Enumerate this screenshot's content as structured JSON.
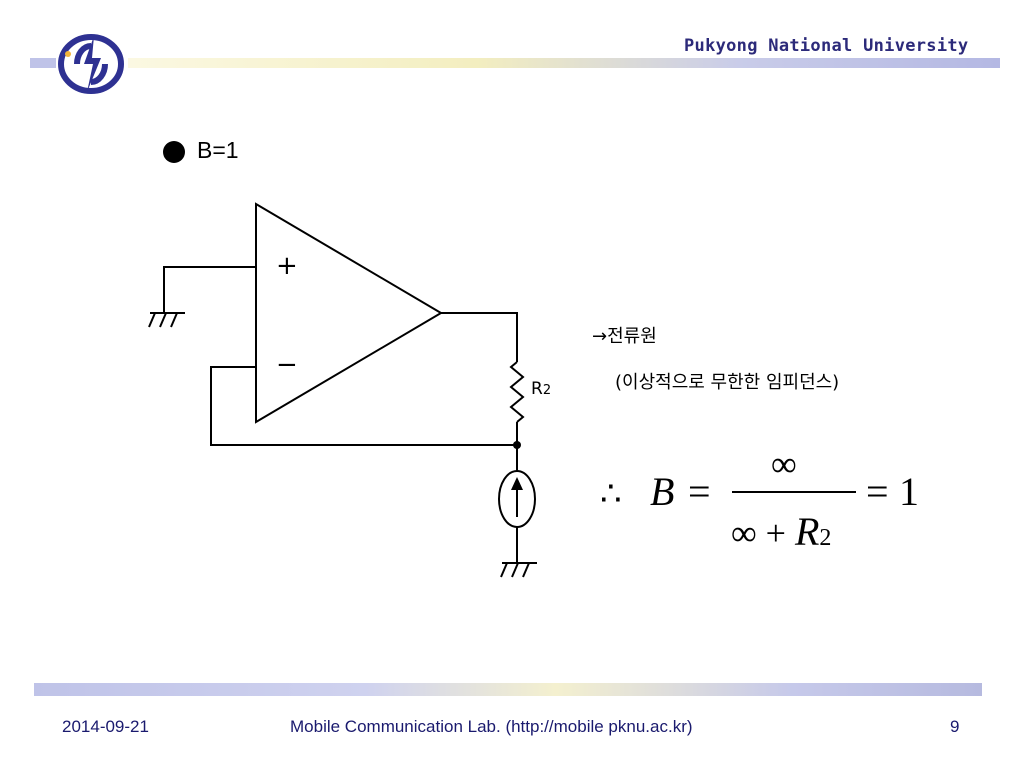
{
  "header": {
    "university": "Pukyong National University",
    "logo": "pknu-logo-icon"
  },
  "slide": {
    "bullet_title": "B=1",
    "labels": {
      "plus": "+",
      "minus": "−",
      "resistor": "R",
      "resistor_sub": "2"
    },
    "notes": {
      "line1": "→전류원",
      "line2": "(이상적으로 무한한 임피던스)"
    },
    "equation": {
      "therefore": "∴",
      "lhs": "B",
      "eq1": "=",
      "numerator": "∞",
      "denominator": "∞ + ",
      "den_var": "R",
      "den_sub": "2",
      "eq2": "=",
      "result": "1"
    }
  },
  "footer": {
    "date": "2014-09-21",
    "lab": "Mobile Communication Lab. (http://mobile pknu.ac.kr)",
    "page": "9"
  },
  "colors": {
    "footer_text": "#1a1a6e",
    "header_text": "#2c2a7a",
    "logo_blue": "#2e3192"
  }
}
